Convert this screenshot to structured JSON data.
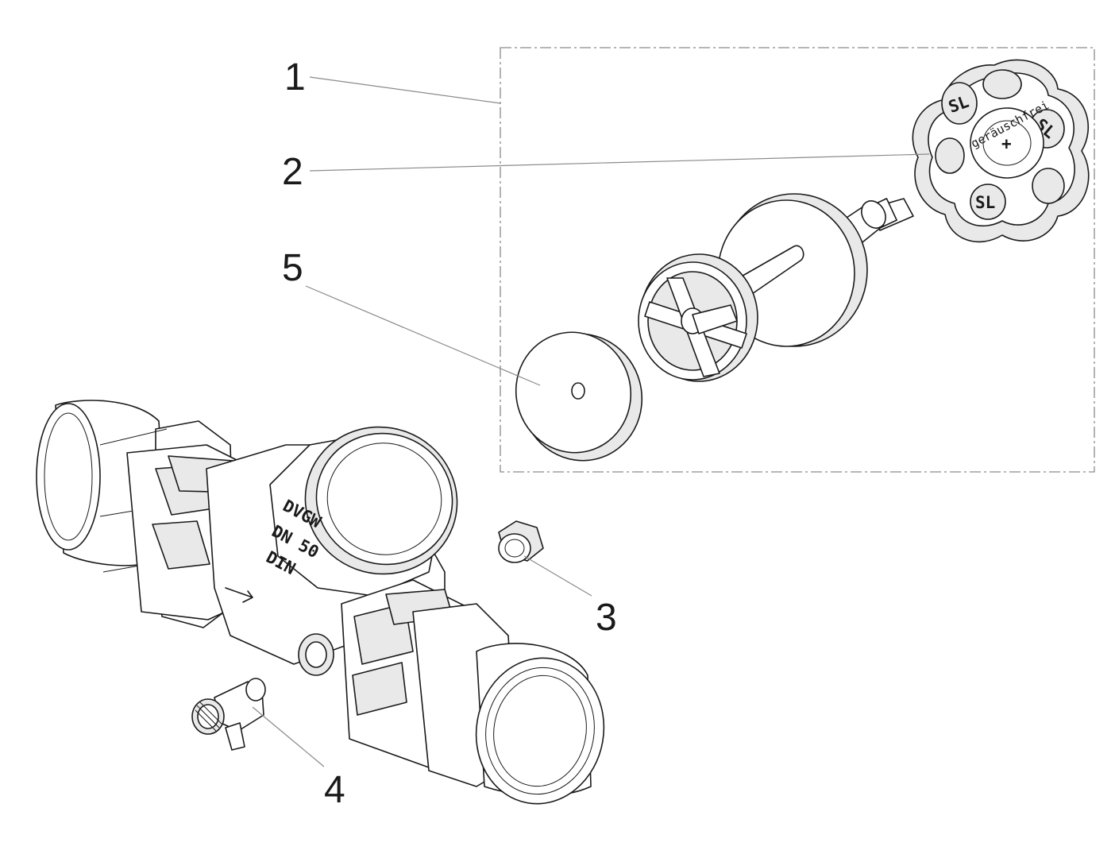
{
  "diagram": {
    "callouts": [
      {
        "id": "1",
        "label": "1"
      },
      {
        "id": "2",
        "label": "2"
      },
      {
        "id": "3",
        "label": "3"
      },
      {
        "id": "4",
        "label": "4"
      },
      {
        "id": "5",
        "label": "5"
      }
    ],
    "body_markings": {
      "line1": "DVGW",
      "line2": "DN 50",
      "line3": "DIN"
    },
    "handwheel": {
      "rim_text": "geräuschfrei",
      "center_mark": "+",
      "emblems": [
        "SL",
        "SL",
        "SL"
      ]
    }
  }
}
